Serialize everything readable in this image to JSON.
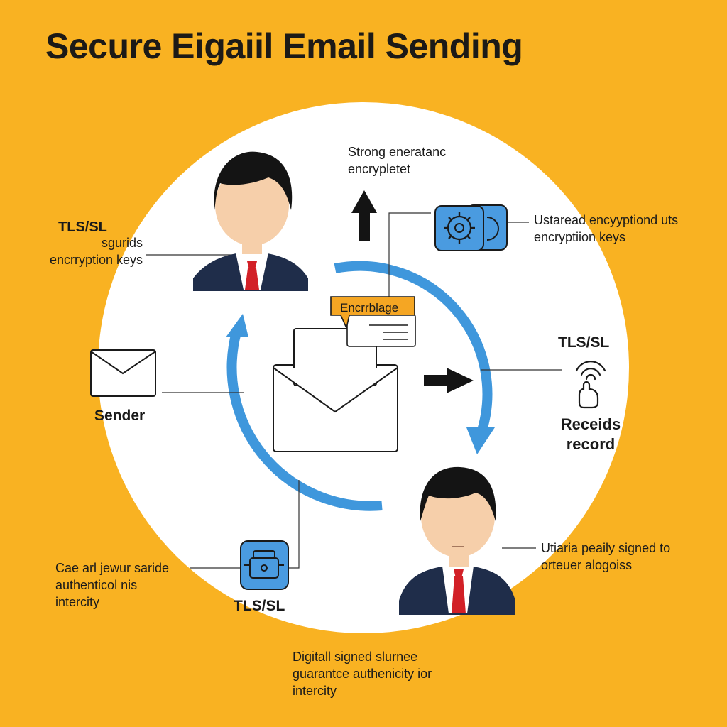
{
  "title": "Secure Eigaiil Email Sending",
  "labels": {
    "strong": "Strong eneratanc\nencrypletet",
    "tls_left": "TLS/SL",
    "tls_left_sub": "sgurids\nencrryption keys",
    "ustared": "Ustaread encyyptiond uts\nencryptiion keys",
    "encrblage": "Encrrblage",
    "sender": "Sender",
    "tls_right": "TLS/SL",
    "receids": "Receids\nrecord",
    "care": "Cae arl jewur saride\nauthenticol nis\nintercity",
    "tls_bottom": "TLS/SL",
    "utiaria": "Utiaria peaily signed to\norteuer alogoiss",
    "digitall": "Digitall signed slurnee\nguarantce authenicity ior\nintercity"
  },
  "icons": {
    "person_top": "person-avatar-icon",
    "person_bottom": "person-avatar-icon",
    "sender_envelope": "envelope-icon",
    "center_envelope": "open-envelope-icon",
    "encryption_badge": "gear-key-icon",
    "tls_badge": "padlock-icon",
    "wireless_receiver": "wireless-hand-icon",
    "arrow_up": "arrow-up-icon",
    "arrow_right": "arrow-right-icon"
  },
  "colors": {
    "background": "#F9B222",
    "circle": "#FFFFFF",
    "flow_arrow": "#3F97DC",
    "badge": "#4A9BE0",
    "suit": "#1F2D4A",
    "tie": "#D22027",
    "skin": "#F6CFAA",
    "hair": "#141414",
    "tag": "#F5A623"
  }
}
